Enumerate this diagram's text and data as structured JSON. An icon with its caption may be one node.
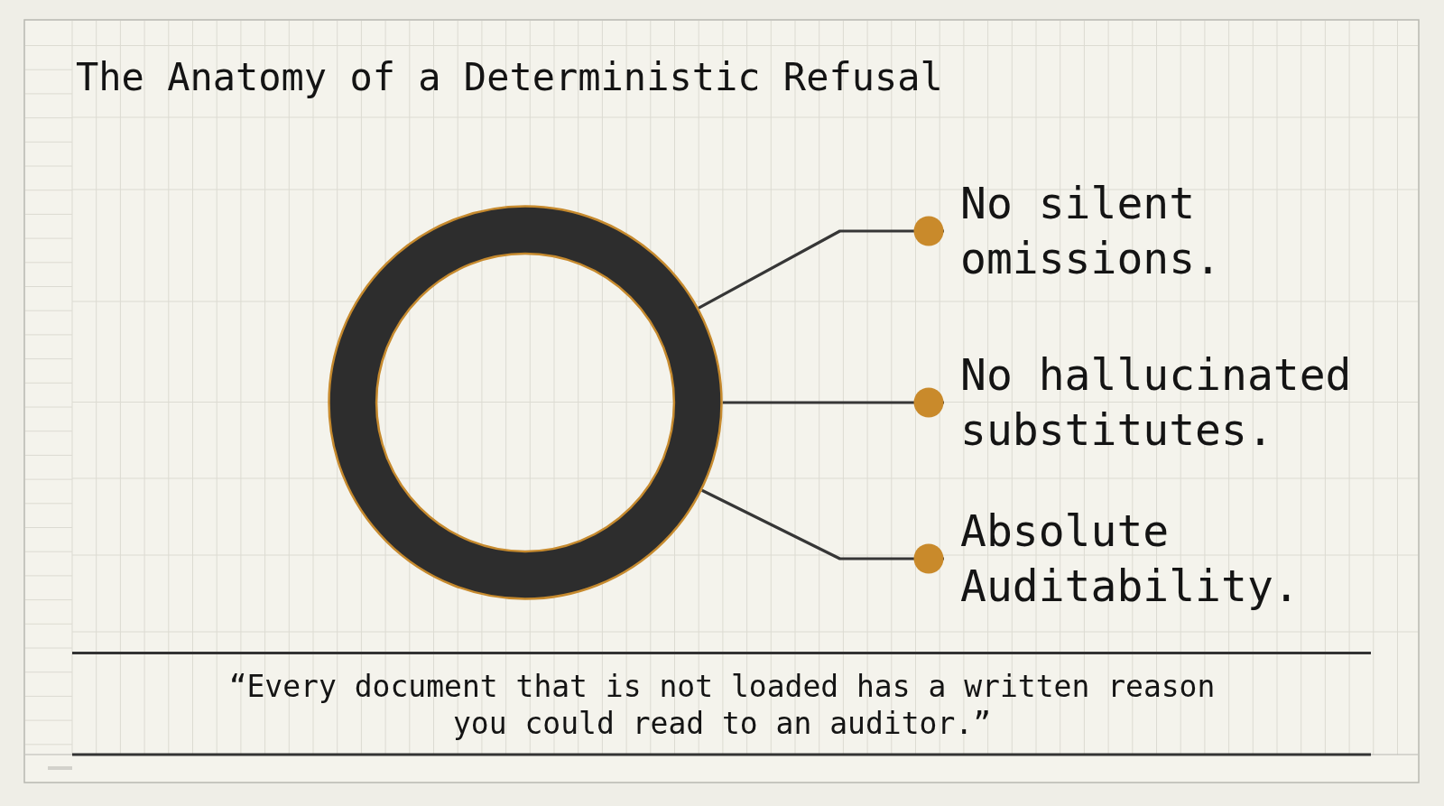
{
  "diagram": {
    "title": "The Anatomy of a Deterministic Refusal",
    "caption": "“Every document that is not loaded has a written reason you could read to an auditor.”",
    "nodes": [
      {
        "text": [],
        "shape": "ring"
      },
      {
        "text": [
          "No silent omissions."
        ]
      },
      {
        "text": [
          "No hallucinated substitutes."
        ]
      },
      {
        "text": [
          "Absolute Auditability."
        ]
      }
    ],
    "edges": [
      {
        "from": 0,
        "to": 1,
        "arrow": "other"
      },
      {
        "from": 0,
        "to": 2,
        "arrow": "other"
      },
      {
        "from": 0,
        "to": 3,
        "arrow": "other"
      }
    ]
  }
}
